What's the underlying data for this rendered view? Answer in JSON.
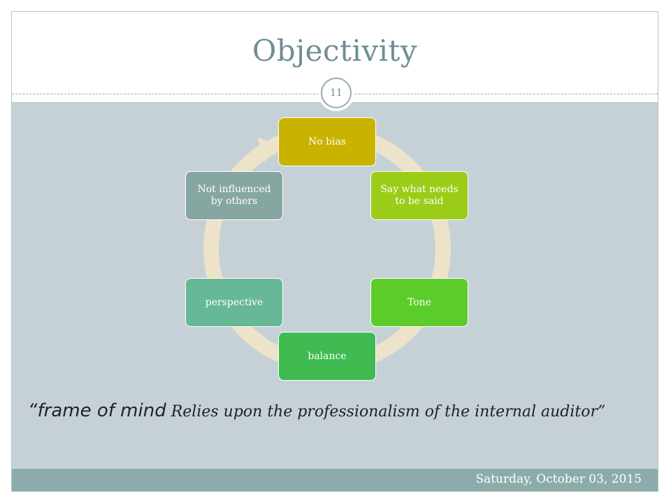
{
  "slide": {
    "title": "Objectivity",
    "page_number": "11",
    "cycle": {
      "nodes": [
        {
          "label": "No bias",
          "color": "#c9b200"
        },
        {
          "label": "Say what needs to be said",
          "color": "#9bcc18"
        },
        {
          "label": "Tone",
          "color": "#5ccc2a"
        },
        {
          "label": "balance",
          "color": "#3fbb52"
        },
        {
          "label": "perspective",
          "color": "#67b896"
        },
        {
          "label": "Not influenced by others",
          "color": "#86a6a2"
        }
      ],
      "ring_color": "#ece3c8"
    },
    "quote": {
      "open_mark": "“",
      "lead": "frame of mind",
      "rest": " Relies upon the professionalism of the internal auditor",
      "close_mark": "”"
    },
    "footer": {
      "date": "Saturday, October 03, 2015"
    }
  }
}
